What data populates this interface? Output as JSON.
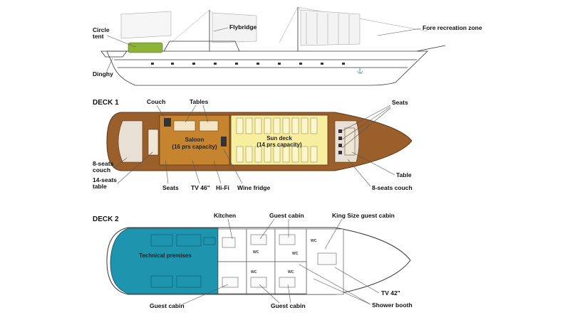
{
  "profile": {
    "labels": {
      "circle_tent": [
        "Circle",
        "tent"
      ],
      "flybridge": "Flybridge",
      "fore_recreation_zone": "Fore recreation zone",
      "dinghy": "Dinghy"
    },
    "colors": {
      "tent": "#8db33a"
    }
  },
  "deck1": {
    "title": "DECK 1",
    "saloon": {
      "name": "Saloon",
      "capacity": "(16 prs capacity)"
    },
    "sun_deck": {
      "name": "Sun deck",
      "capacity": "(14 prs capacity)"
    },
    "labels": {
      "couch": "Couch",
      "tables": "Tables",
      "seats_fore": "Seats",
      "eight_seats_couch_left": [
        "8-seats",
        "couch"
      ],
      "fourteen_seats_table": [
        "14-seats",
        "table"
      ],
      "seats": "Seats",
      "tv46": "TV 46\"",
      "hifi": "Hi-Fi",
      "wine_fridge": "Wine fridge",
      "table": "Table",
      "eight_seats_couch_right": "8-seats couch"
    },
    "colors": {
      "wood": "#9b5f2c",
      "saloon": "#c6842f",
      "sun_deck": "#f7eea0"
    }
  },
  "deck2": {
    "title": "DECK 2",
    "technical_premises": "Technical premises",
    "labels": {
      "kitchen": "Kitchen",
      "guest_cabin_top": "Guest cabin",
      "king_size_guest_cabin": "King Size guest cabin",
      "guest_cabin_bottom_left": "Guest cabin",
      "guest_cabin_bottom_mid": "Guest cabin",
      "tv42": "TV 42\"",
      "shower_booth": "Shower booth",
      "wc": "WC"
    },
    "colors": {
      "technical": "#1e94ae"
    }
  }
}
